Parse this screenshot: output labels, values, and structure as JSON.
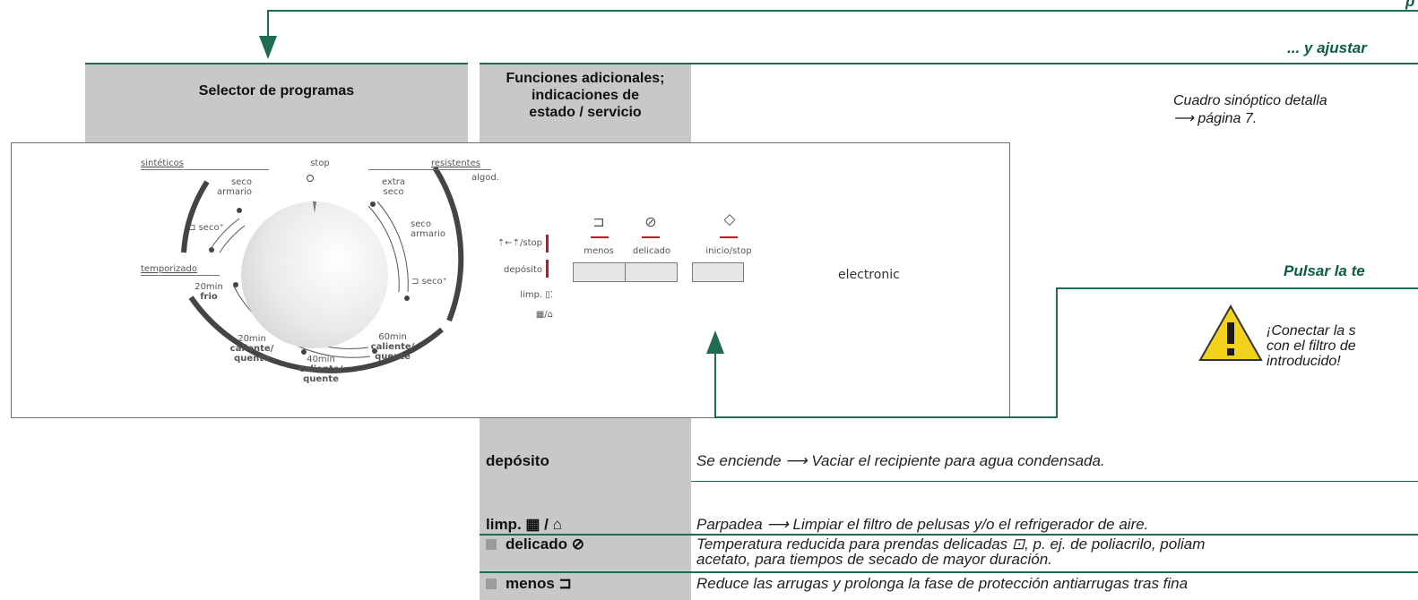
{
  "headings": {
    "top_right_fragment": "p",
    "adjust": "... y ajustar",
    "press": "Pulsar la te"
  },
  "columns": {
    "program_selector": "Selector de programas",
    "additional_functions": [
      "Funciones adicionales;",
      "indicaciones de",
      "estado / servicio"
    ]
  },
  "overview": {
    "line1": "Cuadro sinóptico detalla",
    "line2": "⟶ página 7."
  },
  "warning": {
    "line1": "¡Conectar la s",
    "line2": "con el filtro de",
    "line3": "introducido!"
  },
  "dial": {
    "synthetic": "sintéticos",
    "timed": "temporizado",
    "stop": "stop",
    "resistant": "resistentes",
    "cotton": "algod.",
    "seco_armario_left": [
      "seco",
      "armario"
    ],
    "seco_plus_left": "seco⁺",
    "extra_seco": [
      "extra",
      "seco"
    ],
    "seco_armario_right": [
      "seco",
      "armario"
    ],
    "seco_plus_right": "seco⁺",
    "t20_frio": [
      "20min",
      "frio"
    ],
    "t20_caliente": [
      "20min",
      "caliente/",
      "quente"
    ],
    "t40_caliente": [
      "40min",
      "caliente/",
      "quente"
    ],
    "t60_caliente": [
      "60min",
      "caliente/",
      "quente"
    ]
  },
  "indicators": {
    "anticrease": "⇡←⇡/stop",
    "deposit": "depósito",
    "clean": "limp.",
    "filter": "▦/⌂"
  },
  "buttons": {
    "less": "menos",
    "delicate": "delicado",
    "start_stop": "inicio/stop"
  },
  "brand": "electronic",
  "table": [
    {
      "label": "depósito",
      "text": "Se enciende ⟶ Vaciar el recipiente para agua condensada."
    },
    {
      "label": "limp. ▦ / ⌂",
      "text": "Parpadea ⟶ Limpiar el filtro de pelusas y/o el refrigerador de aire."
    },
    {
      "label": "delicado",
      "text1": "Temperatura reducida para prendas delicadas ⊡, p. ej. de poliacrilo, poliam",
      "text2": "acetato, para tiempos de secado de mayor duración."
    },
    {
      "label": "menos",
      "text": "Reduce las arrugas y prolonga la fase de protección antiarrugas tras fina"
    }
  ],
  "colors": {
    "accent_green": "#1f6b54",
    "indicator_red": "#c8161e",
    "column_grey": "#c8c8c8",
    "warning_yellow": "#f2d21b"
  }
}
